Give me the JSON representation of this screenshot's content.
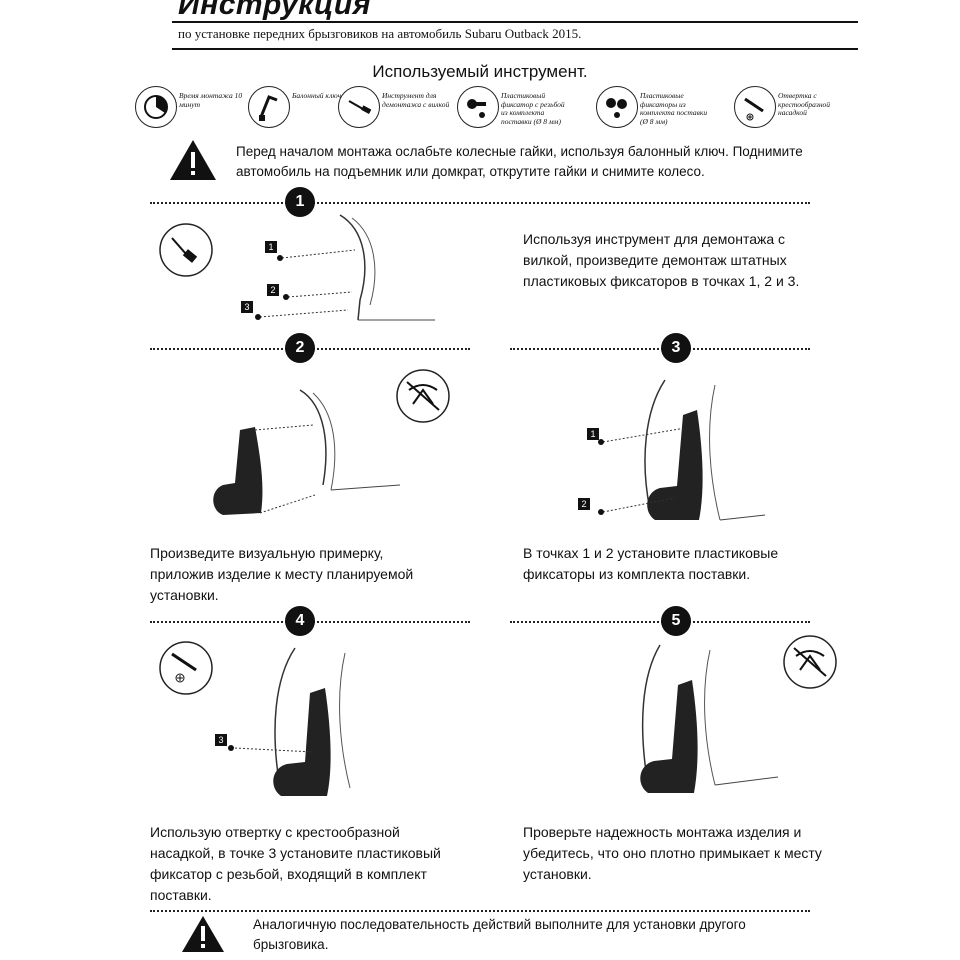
{
  "header": {
    "title": "Инструкция",
    "subtitle": "по установке передних брызговиков на автомобиль Subaru Outback 2015."
  },
  "tools": {
    "heading": "Используемый инструмент.",
    "items": [
      {
        "icon": "clock-icon",
        "label": "Время монтажа 10 минут"
      },
      {
        "icon": "wheel-wrench-icon",
        "label": "Балонный ключ"
      },
      {
        "icon": "fork-tool-icon",
        "label": "Инструмент для демонтажа с вилкой"
      },
      {
        "icon": "threaded-clip-icon",
        "label": "Пластиковый фиксатор с резьбой из комплекта поставки (Ø 8 мм)"
      },
      {
        "icon": "clips-icon",
        "label": "Пластиковые фиксаторы из комплекта поставки (Ø 8 мм)"
      },
      {
        "icon": "screwdriver-icon",
        "label": "Отвертка с крестообразной насадкой"
      }
    ]
  },
  "warning_top": "Перед началом монтажа ослабьте колесные гайки, используя балонный ключ. Поднимите автомобиль на подъемник или домкрат, открутите гайки и снимите колесо.",
  "steps": [
    {
      "num": "1",
      "text": "Используя инструмент для демонтажа с вилкой, произведите демонтаж штатных пластиковых фиксаторов в точках 1, 2 и 3.",
      "callouts": [
        "1",
        "2",
        "3"
      ]
    },
    {
      "num": "2",
      "text": "Произведите визуальную примерку, приложив изделие к месту планируемой установки."
    },
    {
      "num": "3",
      "text": "В точках 1 и 2 установите пластиковые фиксаторы из комплекта поставки.",
      "callouts": [
        "1",
        "2"
      ]
    },
    {
      "num": "4",
      "text": "Использую отвертку с крестообразной насадкой, в точке 3 установите пластиковый фиксатор с резьбой, входящий в комплект поставки.",
      "callouts": [
        "3"
      ]
    },
    {
      "num": "5",
      "text": "Проверьте надежность монтажа изделия и убедитесь, что оно плотно примыкает к месту установки."
    }
  ],
  "warning_bottom": "Аналогичную последовательность действий выполните для установки другого брызговика."
}
